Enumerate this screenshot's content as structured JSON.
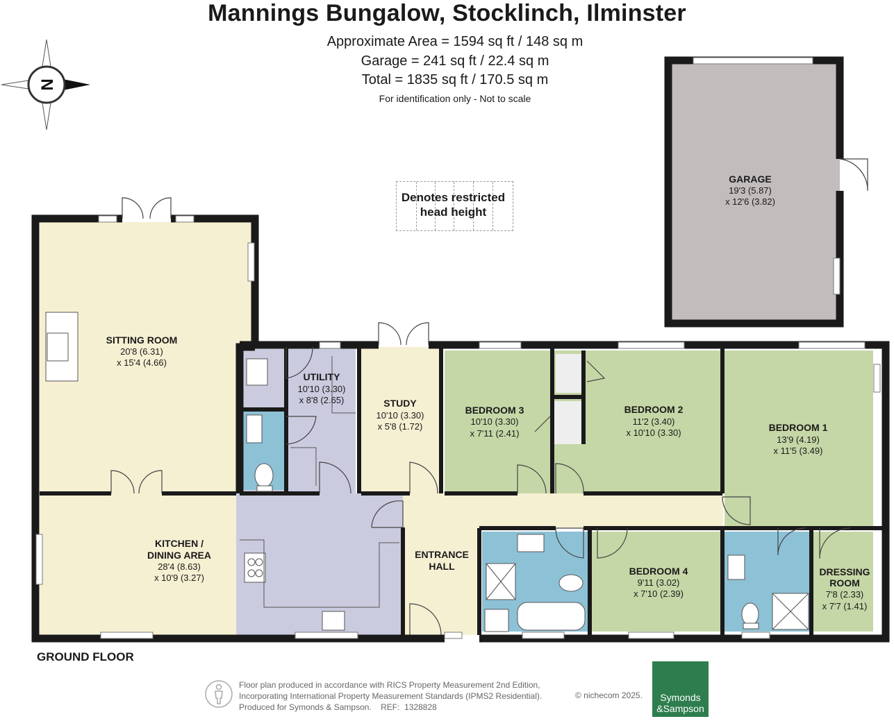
{
  "header": {
    "title": "Mannings Bungalow, Stocklinch, Ilminster",
    "area": "Approximate Area = 1594 sq ft / 148 sq m",
    "garage": "Garage = 241 sq ft / 22.4 sq m",
    "total": "Total = 1835 sq ft / 170.5 sq m",
    "note": "For identification only - Not to scale"
  },
  "compass": {
    "label": "N",
    "icon": "north-arrow-compass-icon"
  },
  "legend": {
    "line1": "Denotes restricted",
    "line2": "head height"
  },
  "rooms": {
    "garage": {
      "name": "GARAGE",
      "dim1": "19'3 (5.87)",
      "dim2": "x 12'6 (3.82)"
    },
    "sitting": {
      "name": "SITTING ROOM",
      "dim1": "20'8 (6.31)",
      "dim2": "x 15'4 (4.66)"
    },
    "utility": {
      "name": "UTILITY",
      "dim1": "10'10 (3.30)",
      "dim2": "x 8'8 (2.65)"
    },
    "study": {
      "name": "STUDY",
      "dim1": "10'10 (3.30)",
      "dim2": "x 5'8 (1.72)"
    },
    "bedroom3": {
      "name": "BEDROOM 3",
      "dim1": "10'10 (3.30)",
      "dim2": "x 7'11 (2.41)"
    },
    "bedroom2": {
      "name": "BEDROOM 2",
      "dim1": "11'2 (3.40)",
      "dim2": "x 10'10 (3.30)"
    },
    "bedroom1": {
      "name": "BEDROOM 1",
      "dim1": "13'9 (4.19)",
      "dim2": "x 11'5 (3.49)"
    },
    "kitchen": {
      "name1": "KITCHEN /",
      "name2": "DINING AREA",
      "dim1": "28'4 (8.63)",
      "dim2": "x 10'9 (3.27)"
    },
    "hall": {
      "name1": "ENTRANCE",
      "name2": "HALL"
    },
    "bedroom4": {
      "name": "BEDROOM 4",
      "dim1": "9'11 (3.02)",
      "dim2": "x 7'10 (2.39)"
    },
    "dressing": {
      "name1": "DRESSING",
      "name2": "ROOM",
      "dim1": "7'8 (2.33)",
      "dim2": "x 7'7 (1.41)"
    }
  },
  "floor_label": "GROUND FLOOR",
  "footer": {
    "line1": "Floor plan produced in accordance with RICS Property Measurement 2nd Edition,",
    "line2": "Incorporating International Property Measurement Standards (IPMS2 Residential).",
    "line3": "Produced for Symonds & Sampson.    REF:  1328828",
    "copyright": "© nichecom 2025.",
    "brand_line1": "Symonds",
    "brand_line2": "&Sampson"
  },
  "colors": {
    "wall": "#1a1a1a",
    "garage_fill": "#c2bcbd",
    "living_fill": "#f6f0d3",
    "bedroom_fill": "#c6d7a7",
    "service_fill": "#cbcbe0",
    "bathroom_fill": "#8dc1d6",
    "brand_green": "#2e7d4f"
  }
}
